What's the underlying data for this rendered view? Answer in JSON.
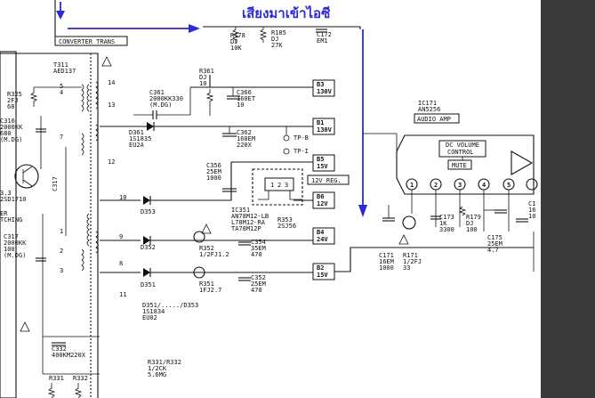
{
  "annotation": {
    "thai_text": "เสียงมาเข้าไอซี",
    "arrow_color": "#2a2ad6"
  },
  "labels": {
    "converter": "CONVERTER TRANS",
    "t311": "T311",
    "t311_part": "AED137",
    "r178": "R178",
    "r178_v": "DJ",
    "r178_v2": "10K",
    "r185": "R185",
    "r185_v": "DJ",
    "r185_v2": "27K",
    "c172": "C172",
    "c172_v": "EM1",
    "r361": "R361",
    "r361_v": "DJ",
    "r361_v2": "10",
    "c361": "C361",
    "c361_v": "2000KK330",
    "c361_v2": "(M.DG)",
    "d361": "D361",
    "d361_v": "1S1835",
    "d361_v2": "EU2A",
    "c366": "C366",
    "c366_v": "160ET",
    "c366_v2": "10",
    "c362": "C362",
    "c362_v": "160EM",
    "c362_v2": "220X",
    "tp_b": "TP-B",
    "tp_i": "TP-I",
    "c356": "C356",
    "c356_v": "25EM",
    "c356_v2": "1000",
    "reg": "12V REG.",
    "ic351": "IC351",
    "ic351_v": "AN78M12-LB",
    "ic351_v2": "L78M12-RA",
    "ic351_v3": "TA78M12P",
    "r353": "R353",
    "r353_v": "2SJ56",
    "d353": "D353",
    "d352": "D352",
    "d351": "D351",
    "r352": "R352",
    "r352_v": "1/2FJ1.2",
    "c354": "C354",
    "c354_v": "35EM",
    "c354_v2": "470",
    "r351": "R351",
    "r351_v": "1FJ2.7",
    "c352": "C352",
    "c352_v": "25EM",
    "c352_v2": "470",
    "d351_range": "D351/...../D353",
    "d351_range_v": "1S1834",
    "d351_range_v2": "EU02",
    "r325": "R325",
    "r325_v": "2FJ",
    "r325_v2": "68",
    "c316": "C316",
    "c316_v": "2000KK",
    "c316_v2": "680",
    "c316_v3": "(M.DG)",
    "c317": "C317",
    "c317_l": "C317",
    "c317_v": "2000KK",
    "c317_v2": "100",
    "c317_v3": "(M.DG)",
    "tr_label": "3.3",
    "tr_v": "2SD1710",
    "er": "ER",
    "tching": "TCHING",
    "c332": "C332",
    "c332_v": "400KM220X",
    "r331": "R331",
    "r332": "R332",
    "r331_r332": "R331/R332",
    "r331_r332_v": "1/2CK",
    "r331_r332_v2": "5.6MG",
    "ic171": "IC171",
    "ic171_v": "AN5256",
    "audio_amp": "AUDIO AMP",
    "dc_volume": "DC VOLUME",
    "control": "CONTROL",
    "mute": "MUTE",
    "c173": "C173",
    "c173_v": "1K",
    "c173_v2": "3300",
    "r179": "R179",
    "r179_v": "DJ",
    "r179_v2": "100",
    "c171": "C171",
    "c171_v": "16EM",
    "c171_v2": "1000",
    "r171": "R171",
    "r171_v": "1/2FJ",
    "r171_v2": "33",
    "c175": "C175",
    "c175_v": "25EM",
    "c175_v2": "4.7",
    "c17x": "C1",
    "c17x_v": "16",
    "c17x_v2": "10",
    "pin1": "1",
    "pin2": "2",
    "pin3": "3",
    "pin4": "4",
    "pin5": "5",
    "t_pin1": "1",
    "t_pin2": "2",
    "t_pin3": "3",
    "t_pin4": "4",
    "t_pin5": "5",
    "t_pin7": "7",
    "t_pin8": "8",
    "t_pin9": "9",
    "t_pin10": "10",
    "t_pin11": "11",
    "t_pin12": "12",
    "t_pin13": "13",
    "t_pin14": "14"
  },
  "rails": {
    "b3": "B3",
    "b3_v": "130V",
    "b1": "B1",
    "b1_v": "130V",
    "b5": "B5",
    "b5_v": "15V",
    "b6": "B6",
    "b6_v": "12V",
    "b4": "B4",
    "b4_v": "24V",
    "b2": "B2",
    "b2_v": "15V"
  },
  "colors": {
    "sidebar": "#3a3a3a",
    "annotation": "#2a2ad6"
  }
}
